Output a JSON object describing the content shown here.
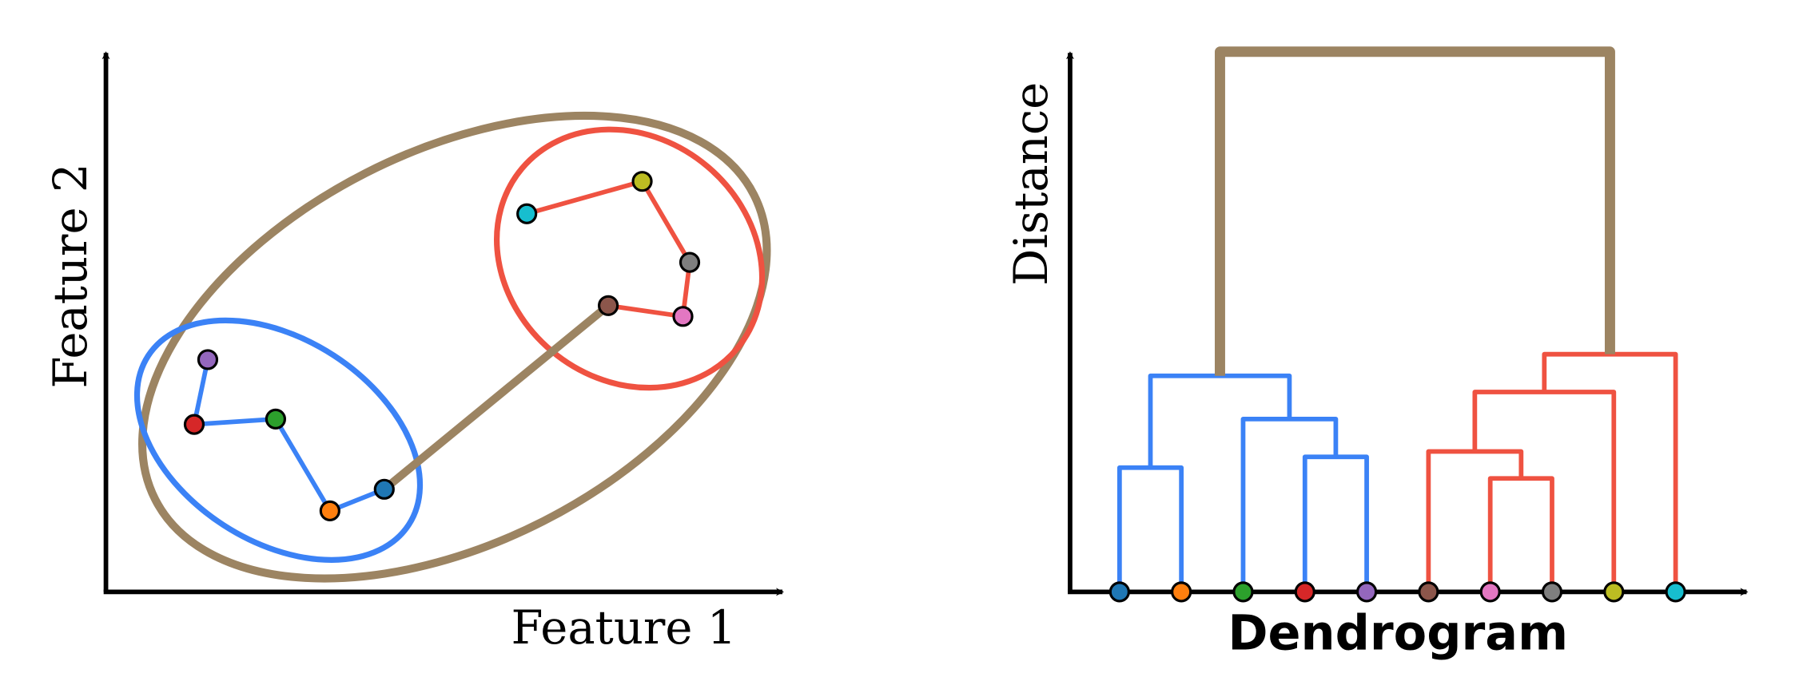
{
  "scatter": {
    "xlabel": "Feature 1",
    "ylabel": "Feature 2",
    "range": {
      "x": [
        0,
        10
      ],
      "y": [
        0,
        10
      ]
    },
    "points": [
      {
        "id": "purple",
        "x": 1.5,
        "y": 4.3,
        "color": "#9467bd"
      },
      {
        "id": "red",
        "x": 1.3,
        "y": 3.1,
        "color": "#d62728"
      },
      {
        "id": "green",
        "x": 2.5,
        "y": 3.2,
        "color": "#2ca02c"
      },
      {
        "id": "orange",
        "x": 3.3,
        "y": 1.5,
        "color": "#ff7f0e"
      },
      {
        "id": "blue",
        "x": 4.1,
        "y": 1.9,
        "color": "#1f77b4"
      },
      {
        "id": "brown",
        "x": 7.4,
        "y": 5.3,
        "color": "#8c564b"
      },
      {
        "id": "pink",
        "x": 8.5,
        "y": 5.1,
        "color": "#e377c2"
      },
      {
        "id": "gray",
        "x": 8.6,
        "y": 6.1,
        "color": "#7f7f7f"
      },
      {
        "id": "olive",
        "x": 7.9,
        "y": 7.6,
        "color": "#bcbd22"
      },
      {
        "id": "cyan",
        "x": 6.2,
        "y": 7.0,
        "color": "#17becf"
      }
    ],
    "edges": [
      {
        "a": "purple",
        "b": "red",
        "cluster": "blue"
      },
      {
        "a": "red",
        "b": "green",
        "cluster": "blue"
      },
      {
        "a": "green",
        "b": "orange",
        "cluster": "blue"
      },
      {
        "a": "orange",
        "b": "blue",
        "cluster": "blue"
      },
      {
        "a": "blue",
        "b": "brown",
        "cluster": "root"
      },
      {
        "a": "cyan",
        "b": "olive",
        "cluster": "red"
      },
      {
        "a": "olive",
        "b": "gray",
        "cluster": "red"
      },
      {
        "a": "gray",
        "b": "pink",
        "cluster": "red"
      },
      {
        "a": "pink",
        "b": "brown",
        "cluster": "red"
      }
    ]
  },
  "cluster_colors": {
    "blue": "#3b82f6",
    "red": "#ef5241",
    "root": "#9c8462"
  },
  "chart_data": {
    "type": "dendrogram",
    "title": "Dendrogram",
    "ylabel": "Distance",
    "ylim": [
      0,
      10
    ],
    "leaves": [
      "blue",
      "orange",
      "green",
      "red",
      "purple",
      "brown",
      "pink",
      "gray",
      "olive",
      "cyan"
    ],
    "merges": [
      {
        "id": "m1",
        "left": "blue",
        "right": "orange",
        "height": 2.3,
        "cluster": "blue"
      },
      {
        "id": "m2",
        "left": "red",
        "right": "purple",
        "height": 2.5,
        "cluster": "blue"
      },
      {
        "id": "m3",
        "left": "green",
        "right": "m2",
        "height": 3.2,
        "cluster": "blue"
      },
      {
        "id": "m4",
        "left": "m1",
        "right": "m3",
        "height": 4.0,
        "cluster": "blue"
      },
      {
        "id": "m5",
        "left": "pink",
        "right": "gray",
        "height": 2.1,
        "cluster": "red"
      },
      {
        "id": "m6",
        "left": "brown",
        "right": "m5",
        "height": 2.6,
        "cluster": "red"
      },
      {
        "id": "m7",
        "left": "m6",
        "right": "olive",
        "height": 3.7,
        "cluster": "red"
      },
      {
        "id": "m8",
        "left": "m7",
        "right": "cyan",
        "height": 4.4,
        "cluster": "red"
      },
      {
        "id": "m9",
        "left": "m4",
        "right": "m8",
        "height": 10.0,
        "cluster": "root"
      }
    ]
  }
}
